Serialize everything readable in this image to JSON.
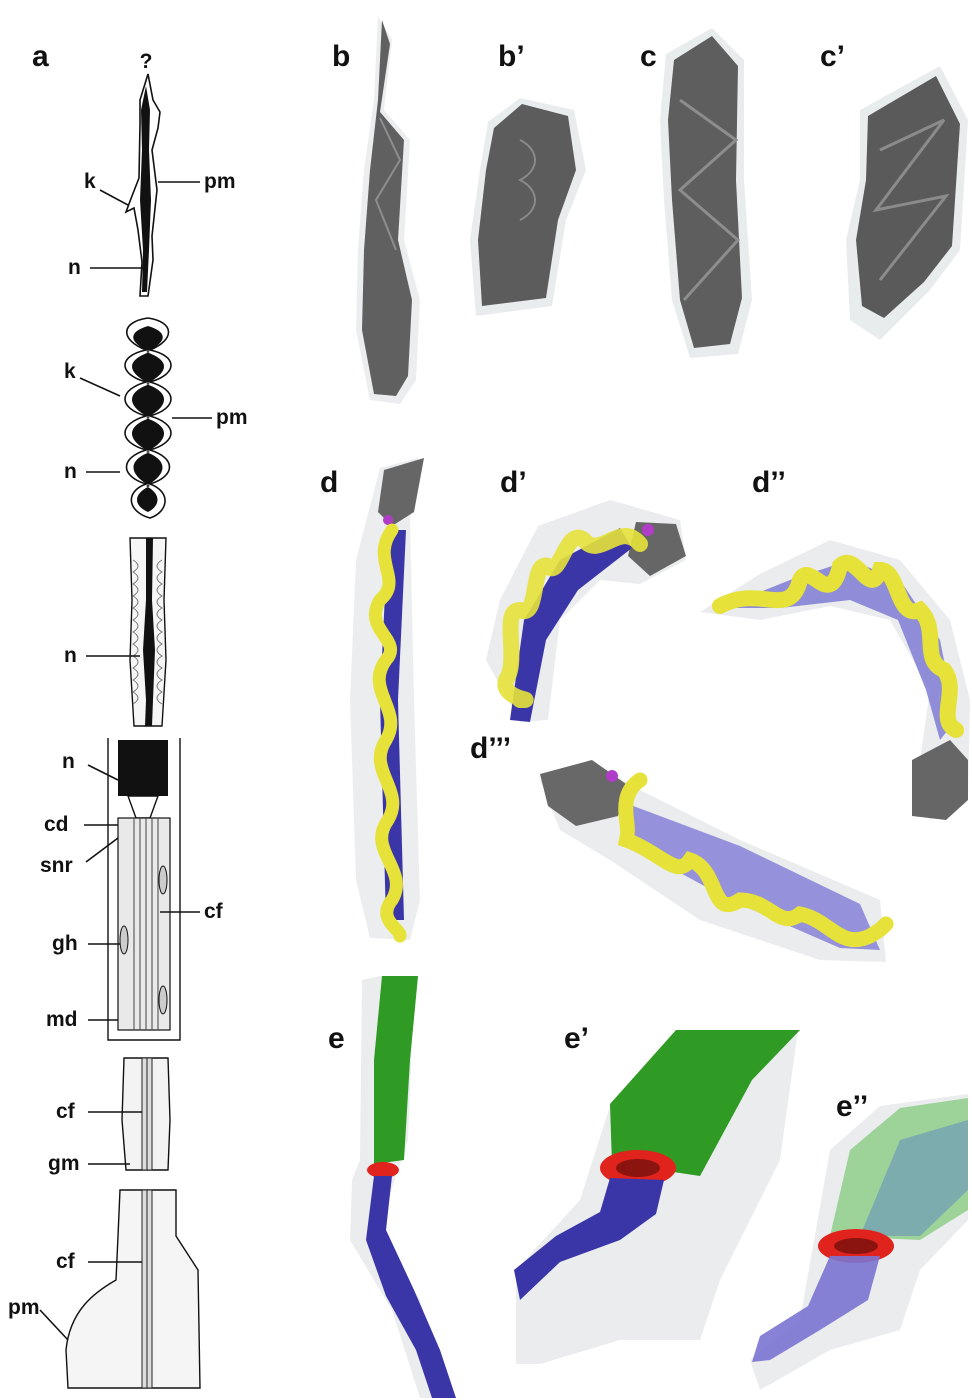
{
  "panel_labels": {
    "a": "a",
    "b": "b",
    "b1": "b’",
    "c": "c",
    "c1": "c’",
    "d": "d",
    "d1": "d’",
    "d2": "d’’",
    "d3": "d’’’",
    "e": "e",
    "e1": "e’",
    "e2": "e’’"
  },
  "question_mark": "?",
  "annotations": {
    "seg1_k": "k",
    "seg1_pm": "pm",
    "seg1_n": "n",
    "seg2_k": "k",
    "seg2_pm": "pm",
    "seg2_n": "n",
    "seg3_n": "n",
    "seg4_n": "n",
    "seg4_cd": "cd",
    "seg4_snr": "snr",
    "seg4_gh": "gh",
    "seg4_cf": "cf",
    "seg4_md": "md",
    "seg5_cf": "cf",
    "seg5_gm": "gm",
    "seg6_cf": "cf",
    "seg6_pm": "pm"
  },
  "colors": {
    "render_gray": "#5a5a5a",
    "membrane": "#dfe3e6",
    "nucleus_blue": "#3b36a8",
    "mito_yellow": "#e6e23a",
    "flagellum_green": "#2f9a24",
    "annulus_red": "#e0231c",
    "centriole_magenta": "#b03cc8"
  }
}
